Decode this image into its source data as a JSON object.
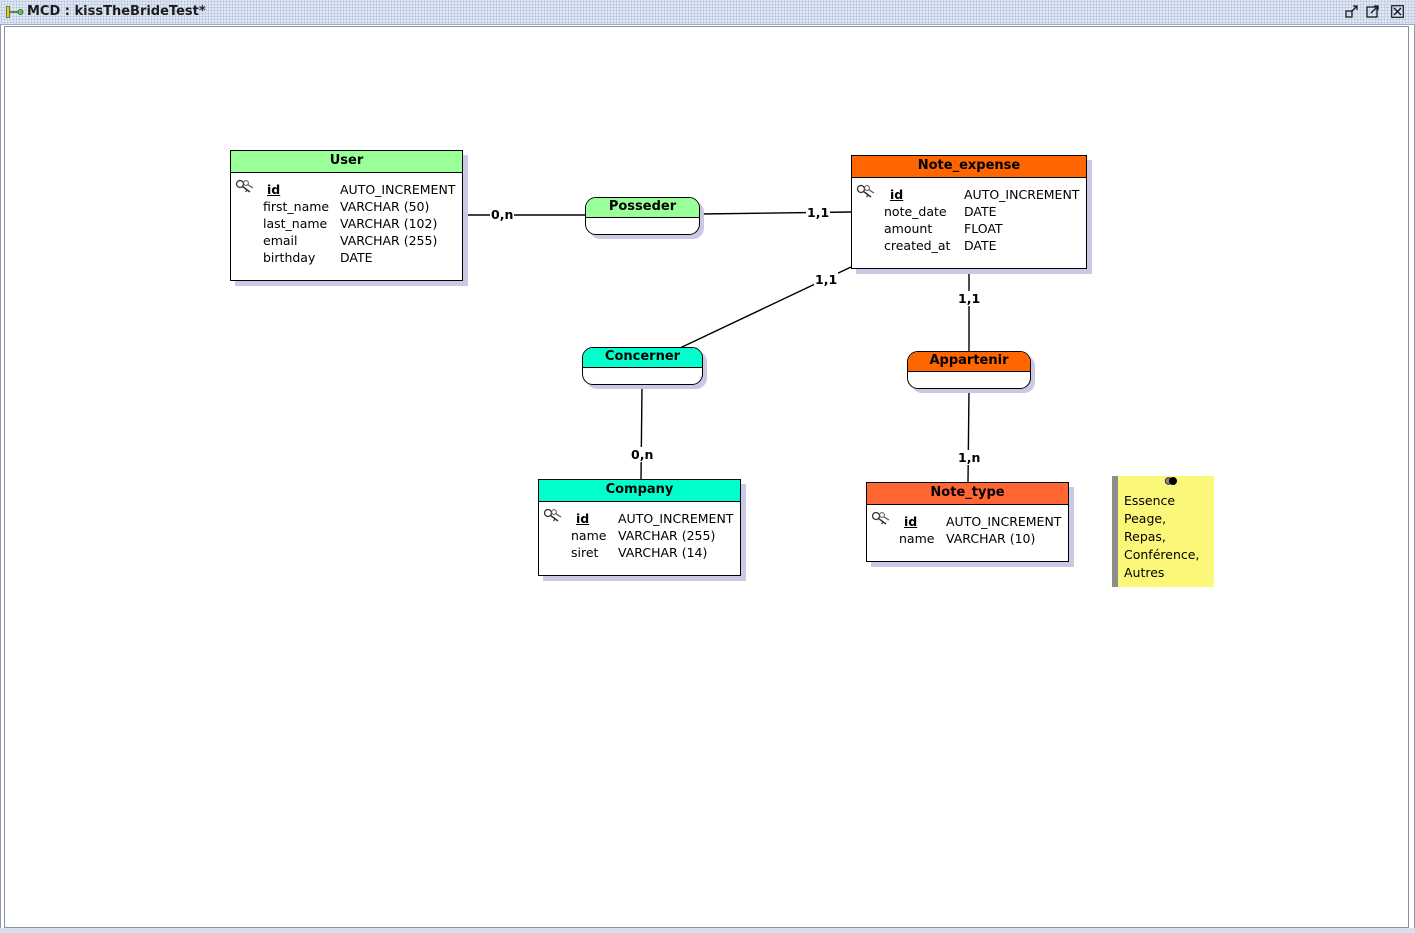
{
  "window": {
    "title": "MCD : kissTheBrideTest*"
  },
  "entities": {
    "user": {
      "name": "User",
      "color": "#99ff99",
      "attributes": [
        {
          "name": "id",
          "type": "AUTO_INCREMENT",
          "primary_key": true
        },
        {
          "name": "first_name",
          "type": "VARCHAR (50)"
        },
        {
          "name": "last_name",
          "type": "VARCHAR (102)"
        },
        {
          "name": "email",
          "type": "VARCHAR (255)"
        },
        {
          "name": "birthday",
          "type": "DATE"
        }
      ]
    },
    "note_expense": {
      "name": "Note_expense",
      "color": "#ff6600",
      "attributes": [
        {
          "name": "id",
          "type": "AUTO_INCREMENT",
          "primary_key": true
        },
        {
          "name": "note_date",
          "type": "DATE"
        },
        {
          "name": "amount",
          "type": "FLOAT"
        },
        {
          "name": "created_at",
          "type": "DATE"
        }
      ]
    },
    "company": {
      "name": "Company",
      "color": "#00ffcc",
      "attributes": [
        {
          "name": "id",
          "type": "AUTO_INCREMENT",
          "primary_key": true
        },
        {
          "name": "name",
          "type": "VARCHAR (255)"
        },
        {
          "name": "siret",
          "type": "VARCHAR (14)"
        }
      ]
    },
    "note_type": {
      "name": "Note_type",
      "color": "#ff6633",
      "attributes": [
        {
          "name": "id",
          "type": "AUTO_INCREMENT",
          "primary_key": true
        },
        {
          "name": "name",
          "type": "VARCHAR (10)"
        }
      ]
    }
  },
  "associations": {
    "posseder": {
      "name": "Posseder",
      "color": "#99ff99"
    },
    "concerner": {
      "name": "Concerner",
      "color": "#00ffcc"
    },
    "appartenir": {
      "name": "Appartenir",
      "color": "#ff6600"
    }
  },
  "cardinalities": {
    "user_posseder": "0,n",
    "posseder_note_expense": "1,1",
    "note_expense_concerner": "1,1",
    "note_expense_appartenir": "1,1",
    "concerner_company": "0,n",
    "appartenir_note_type": "1,n"
  },
  "note": {
    "text": "Essence\nPeage,\nRepas,\nConférence,\nAutres",
    "color": "#fbf779"
  },
  "icons": {
    "app": "mcd-diagram-icon",
    "key": "key-icon",
    "minimize": "minimize-icon",
    "maximize": "maximize-icon",
    "close": "close-icon",
    "pin": "pushpin-icon"
  }
}
